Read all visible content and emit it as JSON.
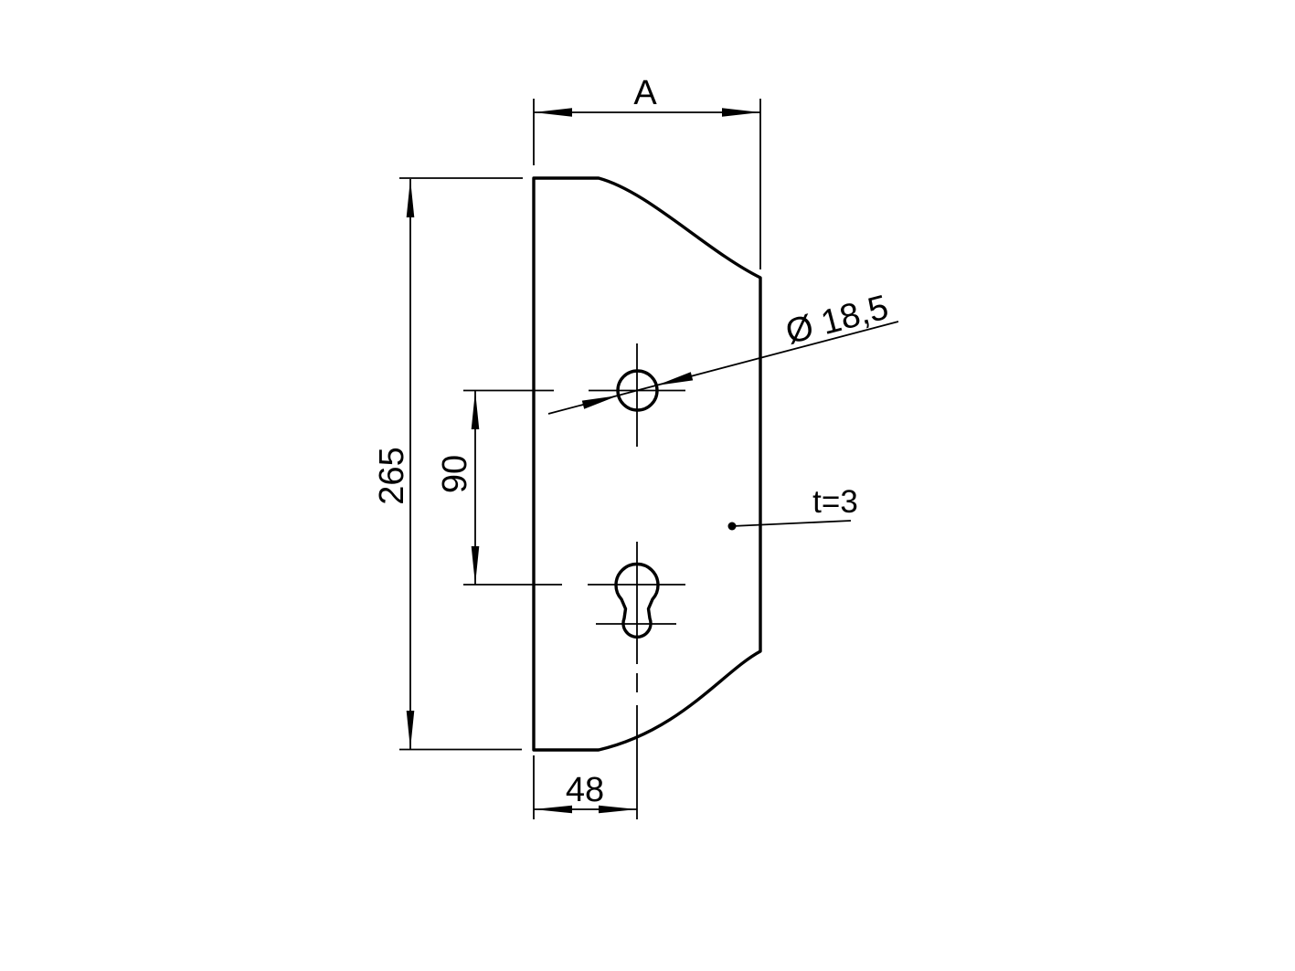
{
  "drawing": {
    "background_color": "#ffffff",
    "line_color": "#000000",
    "labels": {
      "width": "A",
      "height": "265",
      "hole_spacing": "90",
      "bottom_width": "48",
      "diameter": "Ø 18,5",
      "thickness": "t=3"
    }
  }
}
